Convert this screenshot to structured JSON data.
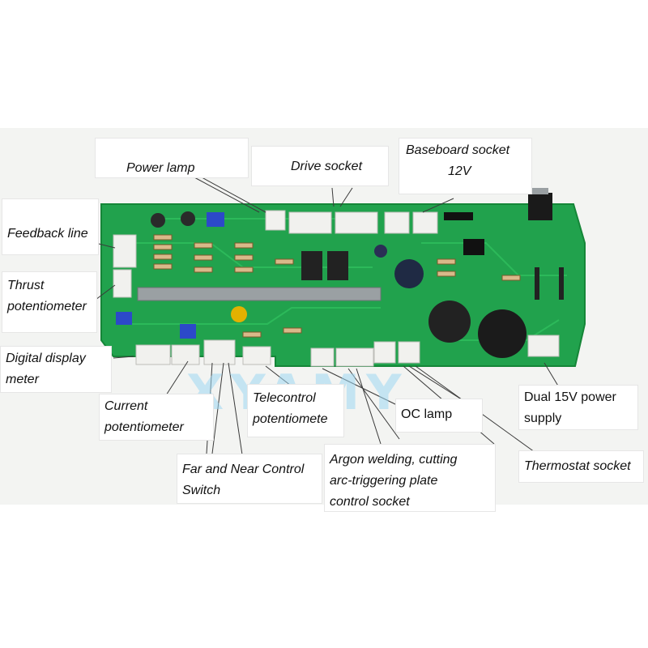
{
  "colors": {
    "pcb": "#21a24d",
    "pcb_dark": "#158638",
    "trace": "#2fbf5e",
    "connector": "#f1f1ee",
    "leader": "#3a3a3a",
    "label_bg": "#ffffff"
  },
  "labels": {
    "power_lamp": "Power lamp",
    "drive_socket": "Drive socket",
    "baseboard_socket_line1": "Baseboard socket",
    "baseboard_socket_line2": "12V",
    "feedback_line": "Feedback line",
    "thrust_line1": "Thrust",
    "thrust_line2": "potentiometer",
    "digital_display_line1": "Digital display",
    "digital_display_line2": "meter",
    "current_line1": "Current",
    "current_line2": "potentiometer",
    "telecontrol_line1": "Telecontrol",
    "telecontrol_line2": "potentiomete",
    "oc_lamp": "OC lamp",
    "dual_15v_line1": "Dual 15V power",
    "dual_15v_line2": "supply",
    "far_near_line1": "Far and Near Control",
    "far_near_line2": "Switch",
    "argon_line1": "Argon welding, cutting",
    "argon_line2": "arc-triggering plate",
    "argon_line3": "control socket",
    "thermostat_socket": "Thermostat socket"
  },
  "watermark": "XYAMY"
}
